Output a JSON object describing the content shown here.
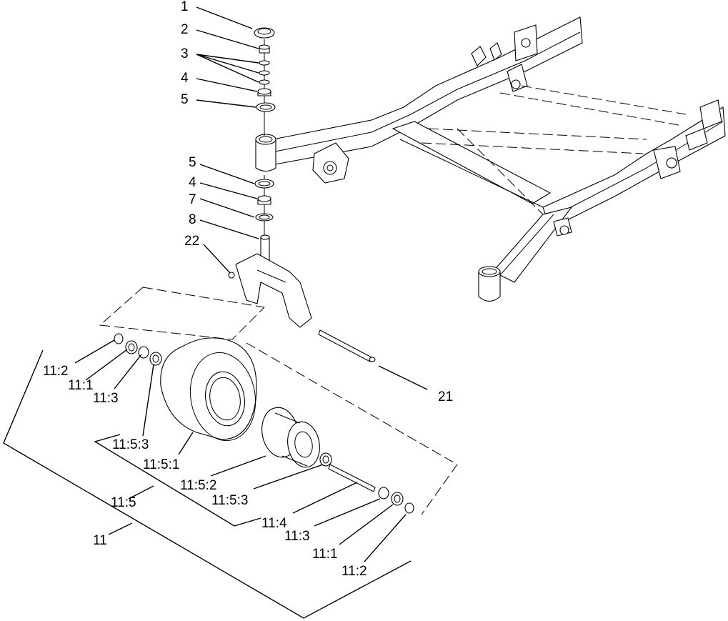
{
  "callouts": {
    "c1": "1",
    "c2": "2",
    "c3": "3",
    "c4_top": "4",
    "c5_top": "5",
    "c5_mid": "5",
    "c4_mid": "4",
    "c7": "7",
    "c8": "8",
    "c22": "22",
    "c21": "21",
    "c11_2_left": "11:2",
    "c11_1_left": "11:1",
    "c11_3_left": "11:3",
    "c11_5_3_left": "11:5:3",
    "c11_5_1": "11:5:1",
    "c11_5_2": "11:5:2",
    "c11_5_3_right": "11:5:3",
    "c11_5": "11:5",
    "c11_4": "11:4",
    "c11_3_right": "11:3",
    "c11_1_right": "11:1",
    "c11_2_right": "11:2",
    "c11": "11"
  }
}
